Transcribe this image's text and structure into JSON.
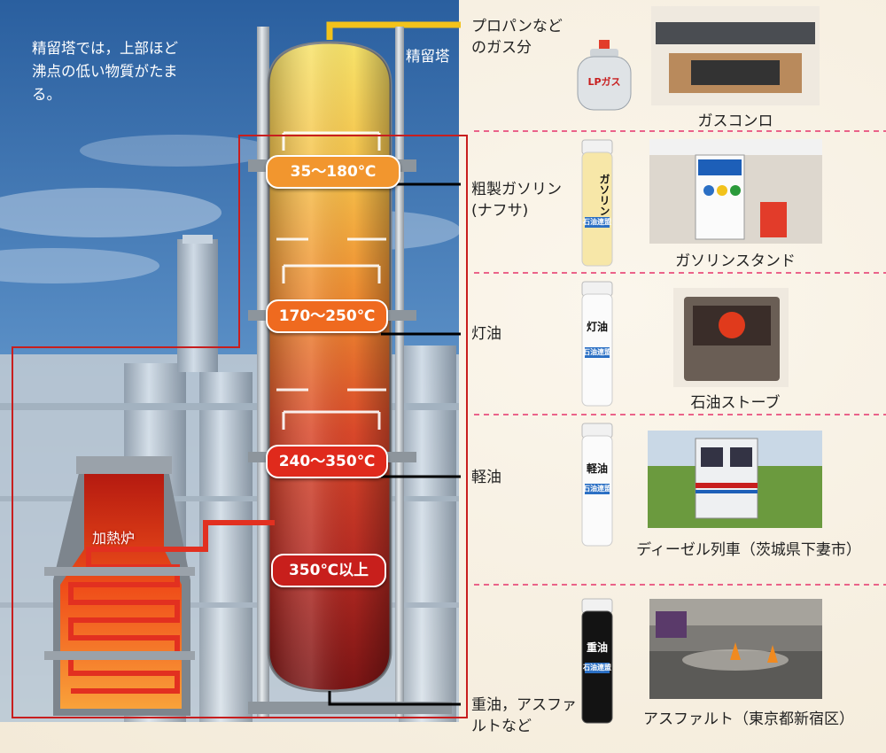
{
  "tower": {
    "title": "精留塔",
    "note": "精留塔では，上部ほど沸点の低い物質がたまる。",
    "furnace_label": "加熱炉"
  },
  "temperatures": [
    {
      "label": "35～180℃",
      "color": "#f2962e"
    },
    {
      "label": "170～250℃",
      "color": "#ef6a1f"
    },
    {
      "label": "240～350℃",
      "color": "#e02a1c"
    },
    {
      "label": "350℃以上",
      "color": "#c81f1c"
    }
  ],
  "products": [
    {
      "name": "プロパンなど\nのガス分",
      "example": "ガスコンロ"
    },
    {
      "name": "粗製ガソリン\n(ナフサ)",
      "example": "ガソリンスタンド",
      "vial": "ガソリン"
    },
    {
      "name": "灯油",
      "example": "石油ストーブ",
      "vial": "灯油"
    },
    {
      "name": "軽油",
      "example": "ディーゼル列車（茨城県下妻市）",
      "vial": "軽油"
    },
    {
      "name": "重油，アスファ\nルトなど",
      "example": "アスファルト（東京都新宿区）",
      "vial": "重油"
    }
  ],
  "vial_sublabel": "石油連盟",
  "lpg_text": "LPガス",
  "colors": {
    "accent": "#e6336b",
    "pipe": "#f2c21b",
    "line": "#c81e1e"
  }
}
